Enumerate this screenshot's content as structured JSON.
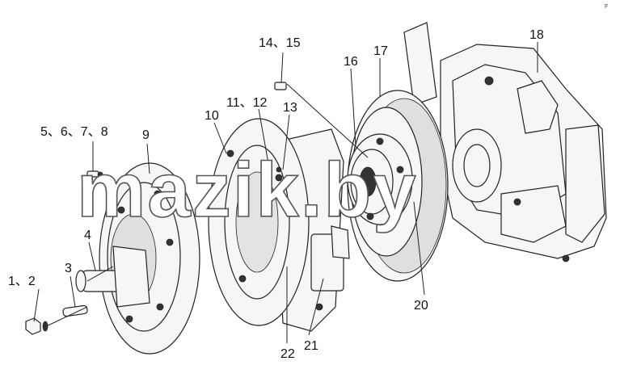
{
  "labels": {
    "l_1_2": "1、2",
    "l_3": "3",
    "l_4": "4",
    "l_5_8": "5、6、7、8",
    "l_9": "9",
    "l_10": "10",
    "l_11_12": "11、12",
    "l_13": "13",
    "l_14_15": "14、15",
    "l_16": "16",
    "l_17": "17",
    "l_18": "18",
    "l_20": "20",
    "l_21": "21",
    "l_22": "22"
  },
  "watermark": "mazik.by",
  "corner_mark": "F"
}
